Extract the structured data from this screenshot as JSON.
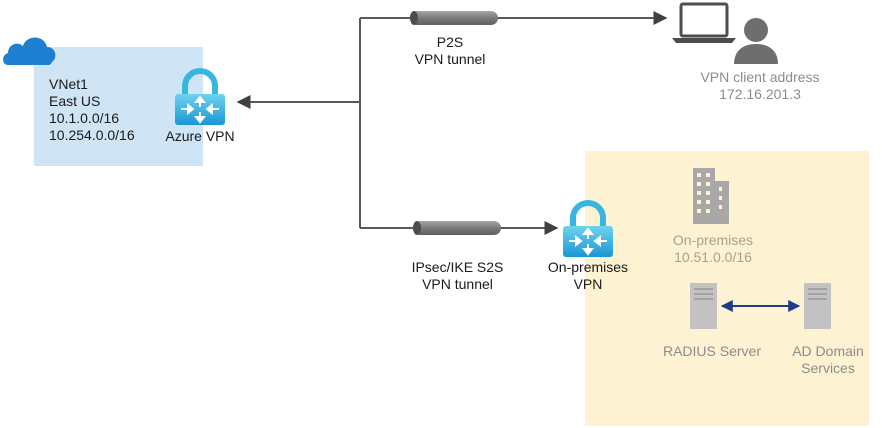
{
  "vnet": {
    "name": "VNet1",
    "region": "East US",
    "prefix1": "10.1.0.0/16",
    "prefix2": "10.254.0.0/16",
    "gateway_label": "Azure VPN"
  },
  "p2s": {
    "line1": "P2S",
    "line2": "VPN tunnel"
  },
  "s2s": {
    "line1": "IPsec/IKE S2S",
    "line2": "VPN tunnel"
  },
  "client": {
    "line1": "VPN client address",
    "line2": "172.16.201.3"
  },
  "onprem": {
    "line1": "On-premises",
    "line2": "10.51.0.0/16",
    "gateway_line1": "On-premises",
    "gateway_line2": "VPN",
    "radius": "RADIUS Server",
    "ad_line1": "AD Domain",
    "ad_line2": "Services"
  },
  "colors": {
    "vnet_fill": "#cfe4f5",
    "onprem_fill": "#fdf2d2",
    "cloud": "#1f7fd0",
    "connector": "#595959",
    "tunnel": "#7f7f7f",
    "lock_top": "#5ec8e8",
    "lock_bottom": "#1a9fd8",
    "user_icon": "#6e6e6e",
    "building": "#a8a8a8",
    "server": "#c2c2c2",
    "link_arrow": "#1f3b8c"
  },
  "icons": [
    "cloud-icon",
    "lock-icon",
    "laptop-icon",
    "user-icon",
    "building-icon",
    "server-icon"
  ]
}
